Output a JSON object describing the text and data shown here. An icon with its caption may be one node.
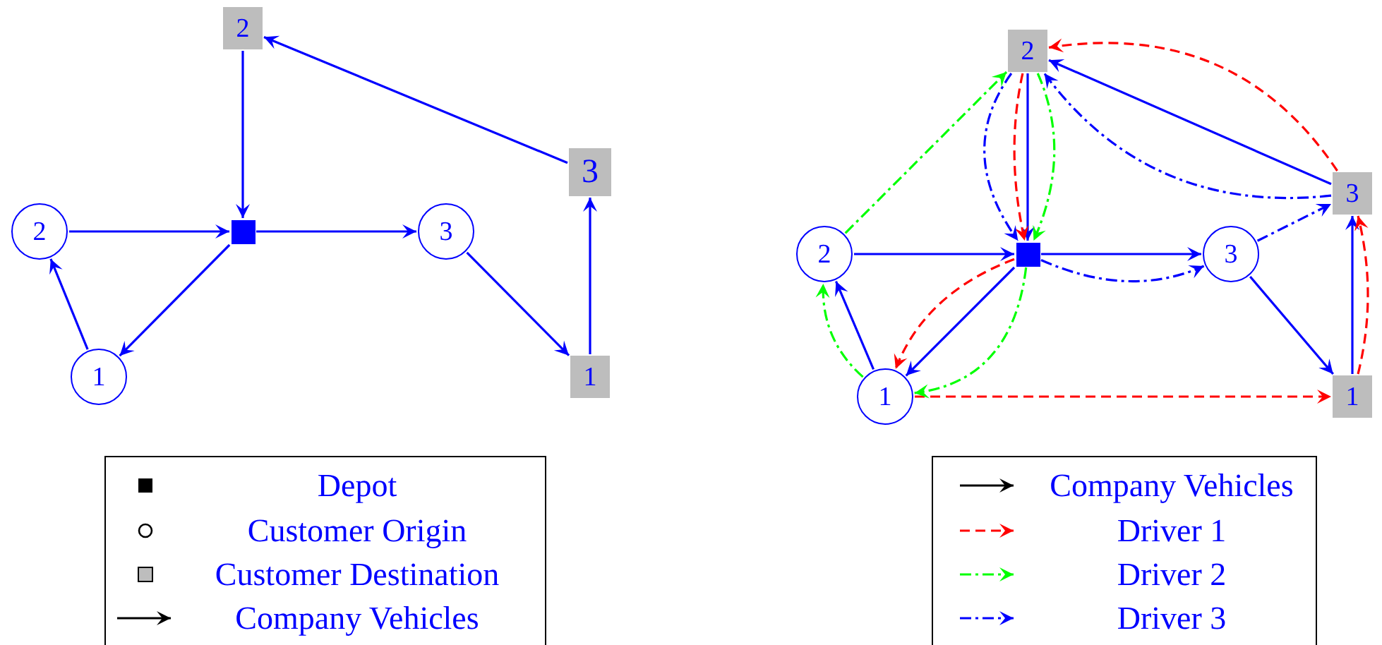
{
  "diagram": {
    "nodes": [
      {
        "text": [
          "2"
        ]
      },
      {
        "text": [
          "2"
        ]
      },
      {
        "text": [],
        "shape": "box"
      },
      {
        "text": [
          "3"
        ]
      },
      {
        "text": [
          "3"
        ]
      },
      {
        "text": [
          "1"
        ]
      },
      {
        "text": [
          "1"
        ]
      },
      {
        "text": [
          "2"
        ]
      },
      {
        "text": [
          "2"
        ]
      },
      {
        "text": [],
        "shape": "box"
      },
      {
        "text": [
          "3"
        ]
      },
      {
        "text": [
          "3"
        ]
      },
      {
        "text": [
          "1"
        ]
      },
      {
        "text": [
          "1"
        ]
      }
    ],
    "edges": [
      {
        "from": 0,
        "to": 2,
        "arrow": "to"
      },
      {
        "from": 1,
        "to": 2,
        "arrow": "to"
      },
      {
        "from": 2,
        "to": 3,
        "arrow": "to"
      },
      {
        "from": 2,
        "to": 5,
        "arrow": "to"
      },
      {
        "from": 5,
        "to": 1,
        "arrow": "to"
      },
      {
        "from": 3,
        "to": 6,
        "arrow": "to"
      },
      {
        "from": 6,
        "to": 4,
        "arrow": "to"
      },
      {
        "from": 4,
        "to": 0,
        "arrow": "to"
      },
      {
        "from": 7,
        "to": 9,
        "arrow": "to"
      },
      {
        "from": 8,
        "to": 9,
        "arrow": "to"
      },
      {
        "from": 9,
        "to": 10,
        "arrow": "to"
      },
      {
        "from": 9,
        "to": 12,
        "arrow": "to"
      },
      {
        "from": 12,
        "to": 8,
        "arrow": "to"
      },
      {
        "from": 10,
        "to": 13,
        "arrow": "to"
      },
      {
        "from": 13,
        "to": 11,
        "arrow": "to"
      },
      {
        "from": 11,
        "to": 7,
        "arrow": "to"
      },
      {
        "from": 12,
        "to": 13,
        "arrow": "to",
        "style": "dashed",
        "color": "#ff0000"
      },
      {
        "from": 13,
        "to": 11,
        "arrow": "to",
        "style": "dashed",
        "color": "#ff0000"
      },
      {
        "from": 11,
        "to": 7,
        "arrow": "to",
        "style": "dashed",
        "color": "#ff0000"
      },
      {
        "from": 7,
        "to": 9,
        "arrow": "to",
        "style": "dashed",
        "color": "#ff0000"
      },
      {
        "from": 9,
        "to": 12,
        "arrow": "to",
        "style": "dashed",
        "color": "#ff0000"
      },
      {
        "from": 8,
        "to": 7,
        "arrow": "to",
        "style": "dashed",
        "color": "#00ff00"
      },
      {
        "from": 7,
        "to": 9,
        "arrow": "to",
        "style": "dashed",
        "color": "#00ff00"
      },
      {
        "from": 9,
        "to": 12,
        "arrow": "to",
        "style": "dashed",
        "color": "#00ff00"
      },
      {
        "from": 12,
        "to": 8,
        "arrow": "to",
        "style": "dashed",
        "color": "#00ff00"
      },
      {
        "from": 7,
        "to": 9,
        "arrow": "to",
        "style": "dashed"
      },
      {
        "from": 9,
        "to": 10,
        "arrow": "to",
        "style": "dashed"
      },
      {
        "from": 10,
        "to": 11,
        "arrow": "to",
        "style": "dashed"
      },
      {
        "from": 11,
        "to": 7,
        "arrow": "to",
        "style": "dashed"
      }
    ],
    "legend": [
      {
        "text": "Depot"
      },
      {
        "text": "Customer Origin"
      },
      {
        "text": "Customer Destination"
      },
      {
        "text": "Company Vehicles"
      },
      {
        "text": "Company Vehicles"
      },
      {
        "text": "Driver 1"
      },
      {
        "text": "Driver 2"
      },
      {
        "text": "Driver 3"
      }
    ]
  }
}
